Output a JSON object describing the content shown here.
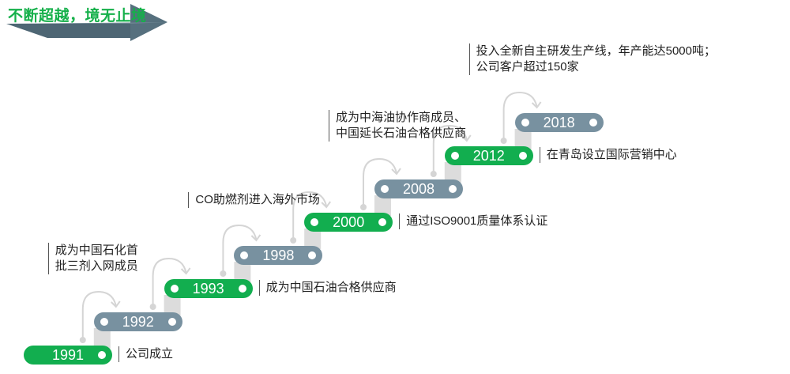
{
  "banner": {
    "title": "不断超越，境无止境"
  },
  "colors": {
    "green": "#12ae4f",
    "gray": "#7891a0",
    "connector": "#dcdcdc",
    "arrow": "#d5d5d5"
  },
  "milestones": [
    {
      "year": "1991",
      "color": "green",
      "note": [
        "公司成立"
      ],
      "note_side": "right"
    },
    {
      "year": "1992",
      "color": "gray",
      "note": [
        "成为中国石化首",
        "批三剂入网成员"
      ],
      "note_side": "above"
    },
    {
      "year": "1993",
      "color": "green",
      "note": [
        "成为中国石油合格供应商"
      ],
      "note_side": "right"
    },
    {
      "year": "1998",
      "color": "gray",
      "note": [
        "CO助燃剂进入海外市场"
      ],
      "note_side": "above"
    },
    {
      "year": "2000",
      "color": "green",
      "note": [
        "通过ISO9001质量体系认证"
      ],
      "note_side": "right"
    },
    {
      "year": "2008",
      "color": "gray",
      "note": [
        "成为中海油协作商成员、",
        "中国延长石油合格供应商"
      ],
      "note_side": "above"
    },
    {
      "year": "2012",
      "color": "green",
      "note": [
        "在青岛设立国际营销中心"
      ],
      "note_side": "right"
    },
    {
      "year": "2018",
      "color": "gray",
      "note": [
        "投入全新自主研发生产线，年产能达5000吨；",
        "公司客户超过150家"
      ],
      "note_side": "above"
    }
  ]
}
